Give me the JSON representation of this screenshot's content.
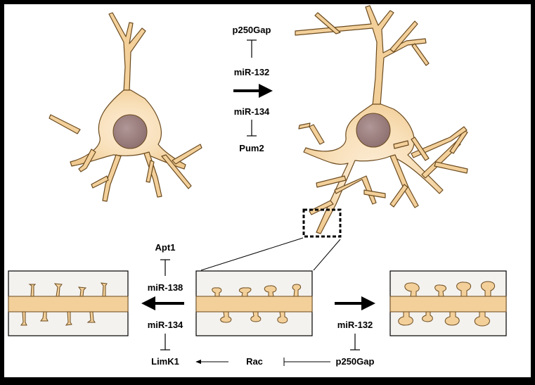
{
  "labels": {
    "top_regulated_1": "p250Gap",
    "top_mirna_1": "miR-132",
    "top_mirna_2": "miR-134",
    "top_regulated_2": "Pum2",
    "left_regulated_top": "Apt1",
    "left_mirna_top": "miR-138",
    "left_mirna_bottom": "miR-134",
    "left_regulated_bottom": "LimK1",
    "pathway_middle": "Rac",
    "right_mirna": "miR-132",
    "right_regulated": "p250Gap"
  },
  "colors": {
    "border": "#000000",
    "panel_background": "#ffffff",
    "cell_fill": "#f3d09a",
    "cell_highlight": "#fbe9cf",
    "cell_stroke": "#6b4a1e",
    "nucleus": "#9b7f7f",
    "box_background": "#f4f2ee"
  }
}
